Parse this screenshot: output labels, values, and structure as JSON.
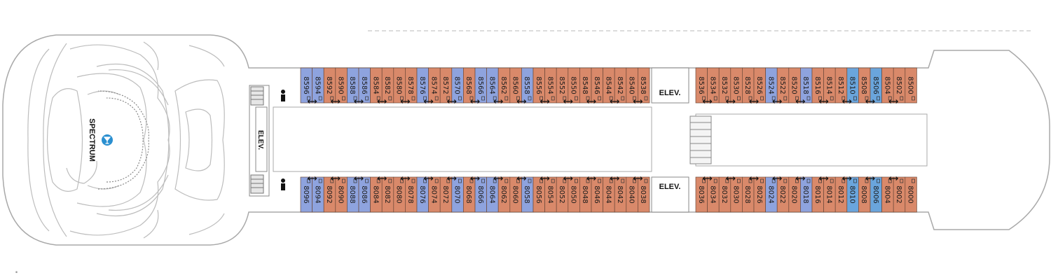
{
  "deck": {
    "elevator_label": "ELEV.",
    "venue_label": "SPECTRUM",
    "colors": {
      "balcony": "#d9896a",
      "interior": "#8ea3de",
      "accessible": "#6aa5dc",
      "hull_stroke": "#a9a9a9",
      "venue_icon": "#2a8fd0"
    },
    "icons": [
      "martini-glass-icon",
      "restroom-icon",
      "stairs-icon",
      "connecting-arrow-icon",
      "bed-icon",
      "accessible-icon",
      "sofa-bed-icon"
    ]
  },
  "cabins": {
    "port_fwd": [
      {
        "n": "8596",
        "c": "interior"
      },
      {
        "n": "8594",
        "c": "interior"
      },
      {
        "n": "8592",
        "c": "balcony"
      },
      {
        "n": "8590",
        "c": "balcony"
      },
      {
        "n": "8588",
        "c": "interior"
      },
      {
        "n": "8586",
        "c": "interior"
      },
      {
        "n": "8584",
        "c": "balcony"
      },
      {
        "n": "8582",
        "c": "balcony"
      },
      {
        "n": "8580",
        "c": "balcony"
      },
      {
        "n": "8578",
        "c": "balcony"
      },
      {
        "n": "8576",
        "c": "interior"
      },
      {
        "n": "8574",
        "c": "balcony"
      },
      {
        "n": "8572",
        "c": "balcony"
      },
      {
        "n": "8570",
        "c": "interior"
      },
      {
        "n": "8568",
        "c": "balcony"
      },
      {
        "n": "8566",
        "c": "interior"
      },
      {
        "n": "8564",
        "c": "interior"
      },
      {
        "n": "8562",
        "c": "balcony"
      },
      {
        "n": "8560",
        "c": "balcony"
      },
      {
        "n": "8558",
        "c": "interior"
      },
      {
        "n": "8556",
        "c": "balcony"
      },
      {
        "n": "8554",
        "c": "balcony"
      },
      {
        "n": "8552",
        "c": "balcony"
      },
      {
        "n": "8550",
        "c": "balcony"
      },
      {
        "n": "8548",
        "c": "balcony"
      },
      {
        "n": "8546",
        "c": "balcony"
      },
      {
        "n": "8544",
        "c": "balcony"
      },
      {
        "n": "8542",
        "c": "balcony"
      },
      {
        "n": "8540",
        "c": "balcony"
      },
      {
        "n": "8538",
        "c": "balcony"
      }
    ],
    "port_aft": [
      {
        "n": "8536",
        "c": "balcony"
      },
      {
        "n": "8534",
        "c": "balcony"
      },
      {
        "n": "8532",
        "c": "balcony"
      },
      {
        "n": "8530",
        "c": "balcony"
      },
      {
        "n": "8528",
        "c": "balcony"
      },
      {
        "n": "8526",
        "c": "balcony"
      },
      {
        "n": "8524",
        "c": "interior"
      },
      {
        "n": "8522",
        "c": "balcony"
      },
      {
        "n": "8520",
        "c": "balcony"
      },
      {
        "n": "8518",
        "c": "interior"
      },
      {
        "n": "8516",
        "c": "balcony"
      },
      {
        "n": "8514",
        "c": "balcony"
      },
      {
        "n": "8512",
        "c": "balcony"
      },
      {
        "n": "8510",
        "c": "accessible"
      },
      {
        "n": "8508",
        "c": "balcony"
      },
      {
        "n": "8506",
        "c": "accessible"
      },
      {
        "n": "8504",
        "c": "balcony"
      },
      {
        "n": "8502",
        "c": "balcony"
      },
      {
        "n": "8500",
        "c": "balcony"
      }
    ],
    "stbd_fwd": [
      {
        "n": "8096",
        "c": "interior"
      },
      {
        "n": "8094",
        "c": "interior"
      },
      {
        "n": "8092",
        "c": "balcony"
      },
      {
        "n": "8090",
        "c": "balcony"
      },
      {
        "n": "8088",
        "c": "interior"
      },
      {
        "n": "8086",
        "c": "interior"
      },
      {
        "n": "8084",
        "c": "balcony"
      },
      {
        "n": "8082",
        "c": "balcony"
      },
      {
        "n": "8080",
        "c": "balcony"
      },
      {
        "n": "8078",
        "c": "balcony"
      },
      {
        "n": "8076",
        "c": "interior"
      },
      {
        "n": "8074",
        "c": "balcony"
      },
      {
        "n": "8072",
        "c": "balcony"
      },
      {
        "n": "8070",
        "c": "interior"
      },
      {
        "n": "8068",
        "c": "balcony"
      },
      {
        "n": "8066",
        "c": "interior"
      },
      {
        "n": "8064",
        "c": "interior"
      },
      {
        "n": "8062",
        "c": "balcony"
      },
      {
        "n": "8060",
        "c": "balcony"
      },
      {
        "n": "8058",
        "c": "interior"
      },
      {
        "n": "8056",
        "c": "balcony"
      },
      {
        "n": "8054",
        "c": "balcony"
      },
      {
        "n": "8052",
        "c": "balcony"
      },
      {
        "n": "8050",
        "c": "balcony"
      },
      {
        "n": "8048",
        "c": "balcony"
      },
      {
        "n": "8046",
        "c": "balcony"
      },
      {
        "n": "8044",
        "c": "balcony"
      },
      {
        "n": "8042",
        "c": "balcony"
      },
      {
        "n": "8040",
        "c": "balcony"
      },
      {
        "n": "8038",
        "c": "balcony"
      }
    ],
    "stbd_aft": [
      {
        "n": "8036",
        "c": "balcony"
      },
      {
        "n": "8034",
        "c": "balcony"
      },
      {
        "n": "8032",
        "c": "balcony"
      },
      {
        "n": "8030",
        "c": "balcony"
      },
      {
        "n": "8028",
        "c": "balcony"
      },
      {
        "n": "8026",
        "c": "balcony"
      },
      {
        "n": "8024",
        "c": "interior"
      },
      {
        "n": "8022",
        "c": "balcony"
      },
      {
        "n": "8020",
        "c": "balcony"
      },
      {
        "n": "8018",
        "c": "interior"
      },
      {
        "n": "8016",
        "c": "balcony"
      },
      {
        "n": "8014",
        "c": "balcony"
      },
      {
        "n": "8012",
        "c": "balcony"
      },
      {
        "n": "8010",
        "c": "accessible"
      },
      {
        "n": "8008",
        "c": "balcony"
      },
      {
        "n": "8006",
        "c": "accessible"
      },
      {
        "n": "8004",
        "c": "balcony"
      },
      {
        "n": "8002",
        "c": "balcony"
      },
      {
        "n": "8000",
        "c": "balcony"
      }
    ]
  }
}
